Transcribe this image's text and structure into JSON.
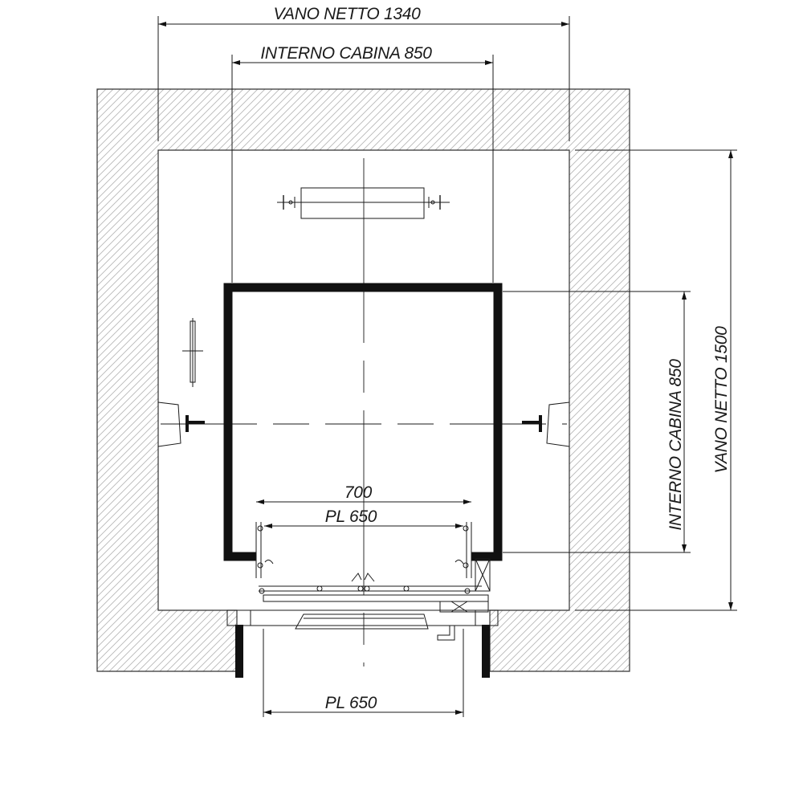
{
  "labels": {
    "shaft_width": "VANO NETTO 1340",
    "cabin_width": "INTERNO CABINA 850",
    "shaft_depth": "VANO NETTO 1500",
    "cabin_depth": "INTERNO CABINA 850",
    "door_frame": "700",
    "door_clear_cabin": "PL 650",
    "door_clear_landing": "PL 650"
  },
  "colors": {
    "line": "#1a1a1a",
    "hatch": "#b8b8b8",
    "background": "#ffffff"
  }
}
